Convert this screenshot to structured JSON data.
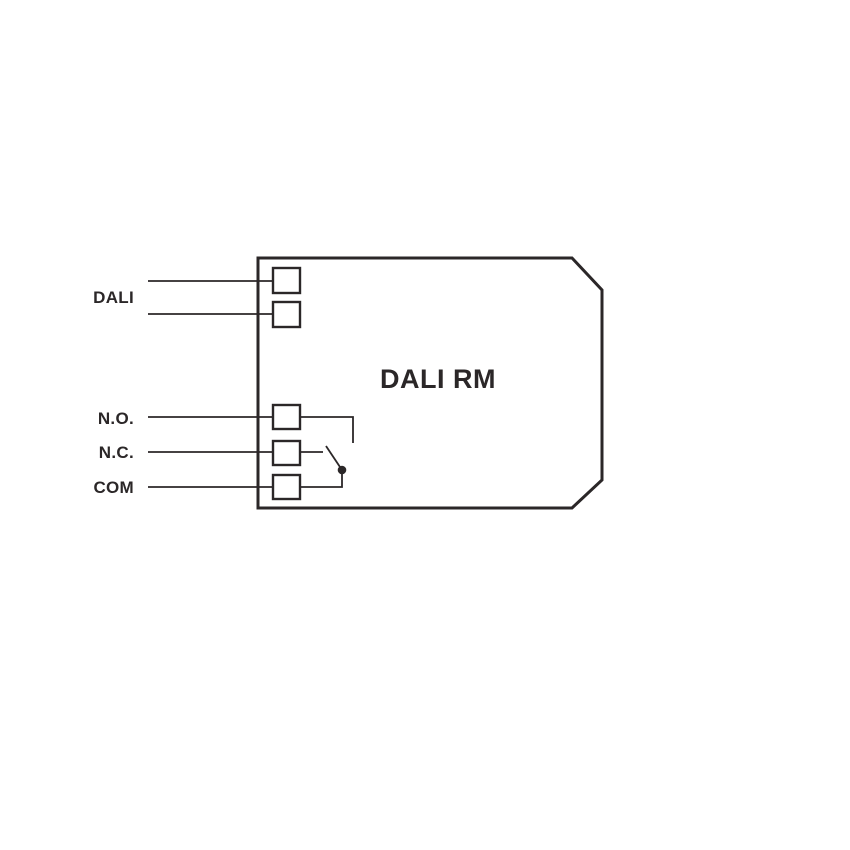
{
  "diagram": {
    "title": "DALI RM",
    "labels": {
      "dali": "DALI",
      "no": "N.O.",
      "nc": "N.C.",
      "com": "COM"
    },
    "colors": {
      "line": "#2b2728",
      "background": "#ffffff"
    }
  }
}
